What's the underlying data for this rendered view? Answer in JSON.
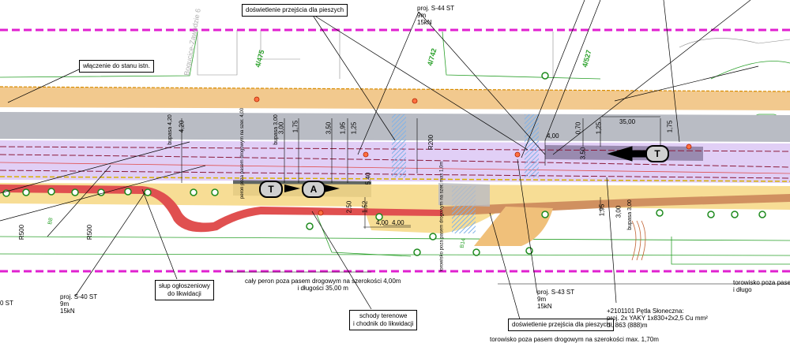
{
  "colors": {
    "boundary_magenta": "#e020d0",
    "platform_grey": "#b9bcc4",
    "platform_dark": "#5f6663",
    "track_red": "#e05050",
    "track_purple": "#b080e0",
    "yellow_fill": "#f6d98a",
    "orange_fill": "#f0c07a",
    "brown_fill": "#d09060",
    "crossing_blue": "#7fb2e8",
    "green_line": "#2aa02a",
    "tree_green": "#1d8a1d"
  },
  "icons": {
    "tram_stop_T": "tram-stop-T-symbol",
    "bus_stop_A": "bus-stop-A-symbol",
    "tree": "tree-symbol",
    "lamp_post": "lamp-post-symbol"
  },
  "street_name": "Bogucice-Zawodzie 6",
  "survey_marks": [
    "4/475",
    "4/742",
    "4/527"
  ],
  "callouts": {
    "lighting_top": "doświetlenie przejścia dla pieszych",
    "connection": "włączenie do stanu istn.",
    "pole": [
      "słup ogłoszeniowy",
      "do likwidacji"
    ],
    "stairs": [
      "schody terenowe",
      "i chodnik do likwidacji"
    ],
    "lighting_bottom": "doświetlenie przejścia dla pieszych"
  },
  "lamps": {
    "s44": [
      "proj. S-44 ST",
      "9m",
      "15kN"
    ],
    "s40": [
      "proj. S-40 ST",
      "9m",
      "15kN"
    ],
    "s40_partial": "0 ST",
    "s43": [
      "proj. S-43 ST",
      "9m",
      "15kN"
    ]
  },
  "platform_note": [
    "cały peron poza pasem drogowym na szerokości 4,00m",
    "i długości 35,00 m"
  ],
  "cable_note": [
    "+2101101 Pętla Słoneczna:",
    "proj. 2x YAKY 1x830+2x2,5 Cu mm²",
    "dł. 863 (888)m"
  ],
  "trackway_right": [
    "torowisko poza pasem dr",
    "i długo"
  ],
  "trackway_bottom": "torowisko poza pasem drogowym na szerokości max. 1,70m",
  "dimensions": {
    "d420": "4,20",
    "d300a": "3,00",
    "d175a": "1,75",
    "d350": "3,50",
    "d195": "1,95",
    "d125a": "1,25",
    "r200": "R200",
    "d070": "0,70",
    "d3500": "35,00",
    "d175b": "1,75",
    "d125b": "1,25",
    "d400a": "4,00",
    "d350b": "3,50",
    "d250": "2,50",
    "d152": "1,52",
    "d400b": "4,00",
    "d400c": "4,00",
    "d195b": "1,95",
    "d300b": "3,00",
    "r500a": "R500",
    "r500b": "R500",
    "d540": "5,40"
  },
  "bupasa_labels": [
    "bupasa 4,20",
    "bupasa 3,00",
    "bupasa 3,00"
  ],
  "rotated_notes": [
    "peron poza pasem drogowym na szer. 4,00",
    "torowisko poza pasem drogowym na szer. max 1,0m",
    "B14",
    "B8"
  ],
  "symbols": {
    "tram": "T",
    "bus": "A"
  }
}
